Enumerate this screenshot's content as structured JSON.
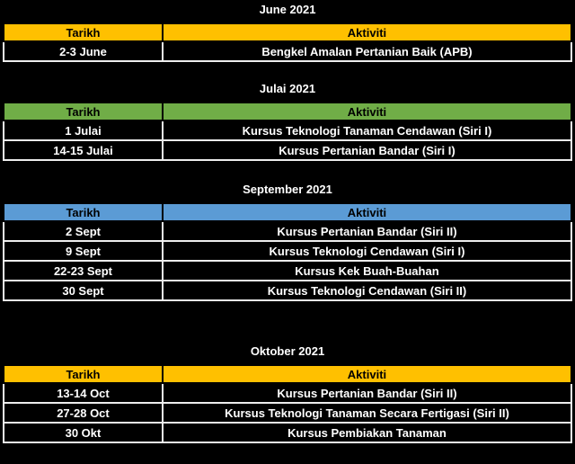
{
  "page": {
    "background": "#000000",
    "text_color": "#ffffff",
    "grid_color": "#ededed"
  },
  "columns": {
    "tarikh": "Tarikh",
    "aktiviti": "Aktiviti"
  },
  "sections": [
    {
      "title": "June 2021",
      "header_color": "#FFC000",
      "rows": [
        {
          "tarikh": "2-3 June",
          "aktiviti": "Bengkel Amalan Pertanian Baik (APB)"
        }
      ]
    },
    {
      "title": "Julai 2021",
      "header_color": "#70AD47",
      "rows": [
        {
          "tarikh": "1 Julai",
          "aktiviti": "Kursus Teknologi Tanaman Cendawan (Siri I)"
        },
        {
          "tarikh": "14-15 Julai",
          "aktiviti": "Kursus Pertanian Bandar (Siri I)"
        }
      ]
    },
    {
      "title": "September 2021",
      "header_color": "#5B9BD5",
      "rows": [
        {
          "tarikh": "2 Sept",
          "aktiviti": "Kursus Pertanian Bandar (Siri II)"
        },
        {
          "tarikh": "9 Sept",
          "aktiviti": "Kursus Teknologi Cendawan (Siri I)"
        },
        {
          "tarikh": "22-23 Sept",
          "aktiviti": "Kursus Kek Buah-Buahan"
        },
        {
          "tarikh": "30 Sept",
          "aktiviti": "Kursus Teknologi Cendawan (Siri II)"
        }
      ]
    },
    {
      "title": "Oktober 2021",
      "header_color": "#FFC000",
      "rows": [
        {
          "tarikh": "13-14 Oct",
          "aktiviti": "Kursus Pertanian Bandar (Siri II)"
        },
        {
          "tarikh": "27-28 Oct",
          "aktiviti": "Kursus Teknologi Tanaman Secara Fertigasi (Siri II)"
        },
        {
          "tarikh": "30 Okt",
          "aktiviti": "Kursus Pembiakan Tanaman"
        }
      ]
    }
  ]
}
